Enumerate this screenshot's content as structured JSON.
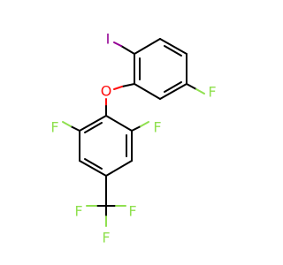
{
  "molecule": {
    "atoms": {
      "iodine": "I",
      "oxygen": "O",
      "fluorine_right": "F",
      "fluorine_left": "F",
      "fluorine_ring_right": "F",
      "cf3_f_left": "F",
      "cf3_f_right": "F",
      "cf3_f_bottom": "F"
    }
  },
  "colors": {
    "iodine": "#940094",
    "oxygen": "#ff0d0d",
    "fluorine": "#90e050",
    "carbon_bond": "#000000"
  }
}
